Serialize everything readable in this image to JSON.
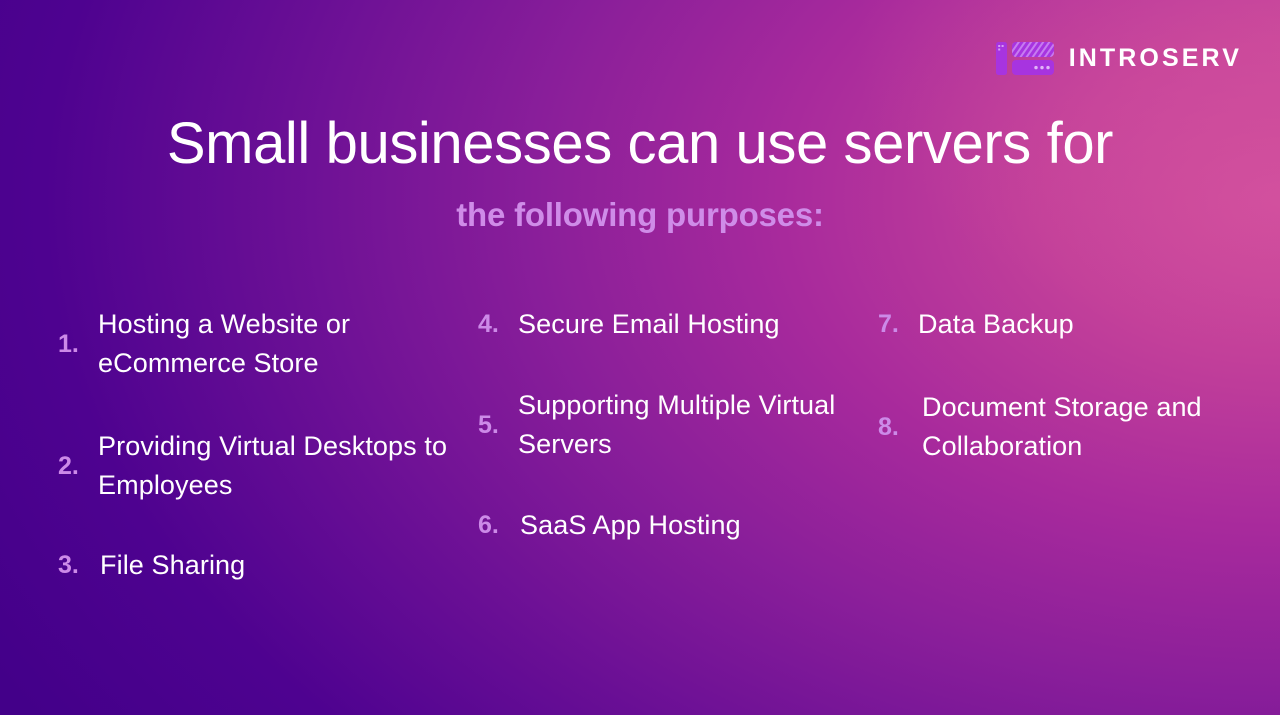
{
  "logo": {
    "mark_name": "introserv-is-monogram",
    "text": "INTROSERV"
  },
  "heading": {
    "line1": "Small businesses can use servers for",
    "line2": "the following purposes:"
  },
  "colors": {
    "background_start": "#430089",
    "background_end": "#d14e9e",
    "accent": "#cc8ae8",
    "heading_text": "#ffffff",
    "subheading_text": "#cf8ce8",
    "logo_mark": "#a734e0"
  },
  "columns": [
    {
      "items": [
        {
          "number": "1.",
          "label": "Hosting a Website or eCommerce Store"
        },
        {
          "number": "2.",
          "label": "Providing Virtual Desktops to Employees"
        },
        {
          "number": "3.",
          "label": "File Sharing"
        }
      ]
    },
    {
      "items": [
        {
          "number": "4.",
          "label": "Secure Email Hosting"
        },
        {
          "number": "5.",
          "label": "Supporting Multiple Virtual Servers"
        },
        {
          "number": "6.",
          "label": "SaaS App Hosting"
        }
      ]
    },
    {
      "items": [
        {
          "number": "7.",
          "label": "Data Backup"
        },
        {
          "number": "8.",
          "label": "Document Storage and Collaboration"
        }
      ]
    }
  ]
}
